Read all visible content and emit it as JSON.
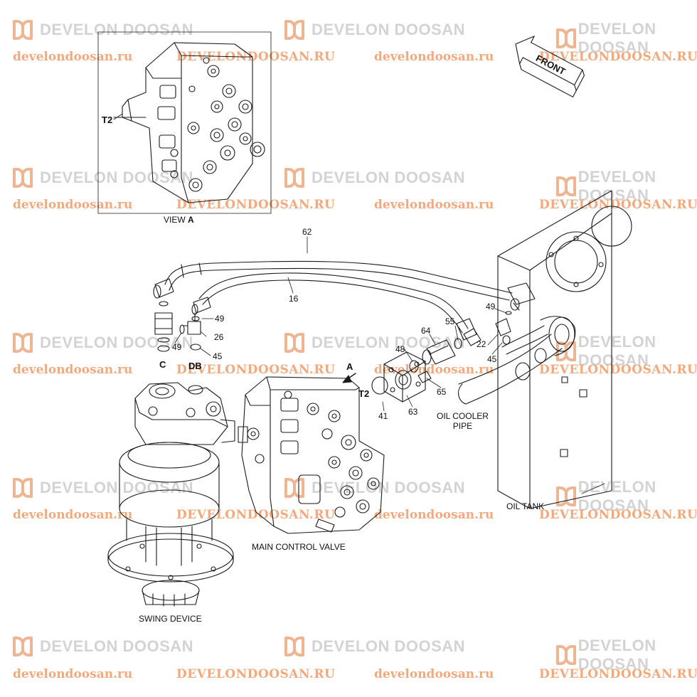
{
  "watermark": {
    "brand": "DEVELON DOOSAN",
    "url_lower": "develondoosan.ru",
    "url_upper": "DEVELONDOOSAN.RU",
    "brand_color": "#e07a3a"
  },
  "labels": {
    "view_a": "VIEW",
    "view_a_letter": "A",
    "t2_inset": "T2",
    "front": "FRONT",
    "p62": "62",
    "p16": "16",
    "p49_left": "49",
    "p49_left2": "49",
    "p26": "26",
    "p45_left": "45",
    "port_c": "C",
    "port_db": "DB",
    "arrow_a": "A",
    "t2_main": "T2",
    "p41": "41",
    "p63": "63",
    "p65": "65",
    "p48": "48",
    "p64": "64",
    "p55": "55",
    "p22": "22",
    "p49_right": "49",
    "p45_right": "45",
    "oil_cooler_pipe_1": "OIL COOLER",
    "oil_cooler_pipe_2": "PIPE",
    "oil_tank": "OIL TANK",
    "main_control_valve": "MAIN CONTROL VALVE",
    "swing_device": "SWING DEVICE"
  }
}
